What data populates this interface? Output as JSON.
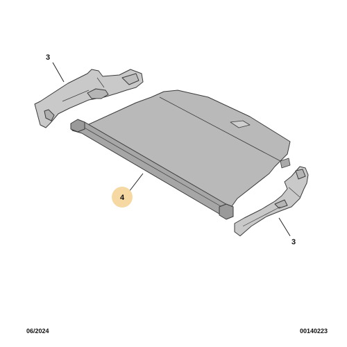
{
  "callouts": {
    "left_trim": "3",
    "right_trim": "3",
    "parcel_shelf": "4"
  },
  "footer": {
    "date": "06/2024",
    "reference": "00140223"
  },
  "colors": {
    "shelf_fill": "#b9b9b9",
    "trim_fill": "#c9c9c9",
    "outline": "#3a3a3a",
    "highlight_circle": "#f6d9a2"
  }
}
